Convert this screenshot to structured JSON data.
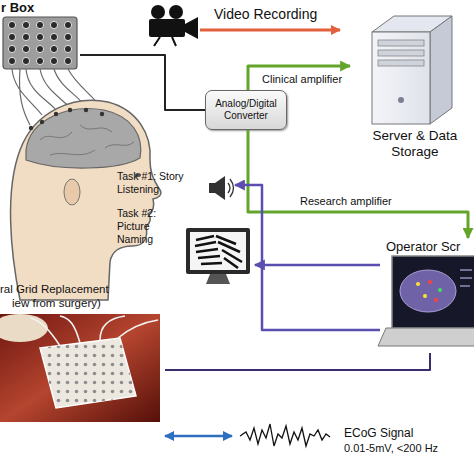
{
  "diagram": {
    "nodes": [
      {
        "text": [
          "r Box"
        ]
      },
      {
        "text": [
          "Analog/Digital Converter"
        ]
      },
      {
        "text": [
          "Server & Data Storage"
        ]
      },
      {
        "text": [
          "Task #1: Story Listening"
        ]
      },
      {
        "text": [
          "Task #2: Picture Naming"
        ]
      },
      {
        "text": [
          "Operator Scr"
        ]
      },
      {
        "text": [
          "ral Grid Replacement",
          "iew from surgery)"
        ]
      },
      {
        "text": [
          "ECoG Signal",
          "0.01-5mV, <200 Hz"
        ]
      }
    ],
    "edges": [
      {
        "from": 0,
        "to": 1,
        "arrow": "none"
      },
      {
        "from": 1,
        "to": 2,
        "arrow": "to",
        "label": "Clinical amplifier"
      },
      {
        "from": 1,
        "to": 5,
        "arrow": "to",
        "label": "Research amplifier"
      },
      {
        "from": 5,
        "to": 3,
        "arrow": "to"
      },
      {
        "from": 5,
        "to": 4,
        "arrow": "to"
      },
      {
        "from": 6,
        "to": 5,
        "arrow": "none"
      },
      {
        "from": 6,
        "to": 7,
        "arrow": "both"
      }
    ],
    "labels": [
      "Video Recording"
    ]
  }
}
